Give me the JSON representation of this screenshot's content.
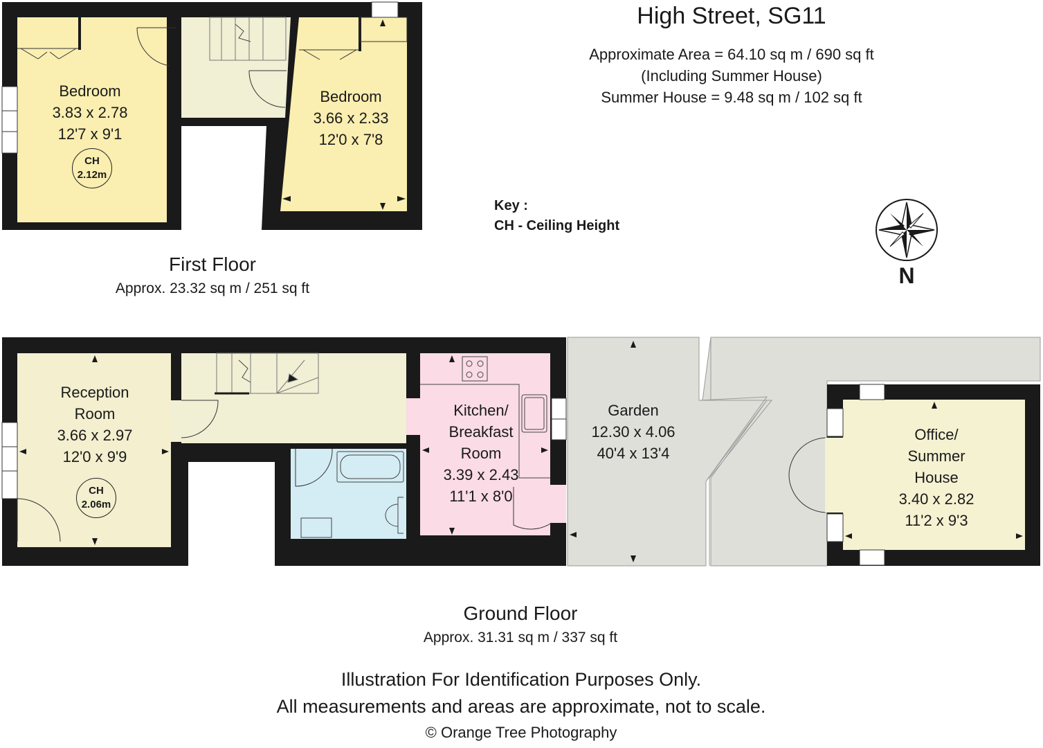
{
  "header": {
    "title": "High Street, SG11",
    "area_line": "Approximate Area =  64.10 sq m / 690 sq ft",
    "including_line": "(Including Summer House)",
    "summer_house_line": "Summer House =  9.48 sq m / 102 sq ft"
  },
  "key": {
    "heading": "Key :",
    "item": "CH - Ceiling Height"
  },
  "compass": {
    "label": "N"
  },
  "first_floor": {
    "title": "First Floor",
    "area": "Approx. 23.32 sq m / 251 sq ft",
    "bedroom1": {
      "name": "Bedroom",
      "metric": "3.83 x 2.78",
      "imperial": "12'7 x 9'1",
      "ch_label": "CH",
      "ch_value": "2.12m"
    },
    "bedroom2": {
      "name": "Bedroom",
      "metric": "3.66 x 2.33",
      "imperial": "12'0 x 7'8"
    }
  },
  "ground_floor": {
    "title": "Ground Floor",
    "area": "Approx. 31.31 sq m / 337 sq ft",
    "reception": {
      "line1": "Reception",
      "line2": "Room",
      "metric": "3.66 x 2.97",
      "imperial": "12'0 x 9'9",
      "ch_label": "CH",
      "ch_value": "2.06m"
    },
    "kitchen": {
      "line1": "Kitchen/",
      "line2": "Breakfast",
      "line3": "Room",
      "metric": "3.39 x 2.43",
      "imperial": "11'1 x 8'0"
    },
    "garden": {
      "name": "Garden",
      "metric": "12.30 x 4.06",
      "imperial": "40'4 x 13'4"
    },
    "office": {
      "line1": "Office/",
      "line2": "Summer",
      "line3": "House",
      "metric": "3.40 x 2.82",
      "imperial": "11'2 x 9'3"
    }
  },
  "footer": {
    "line1": "Illustration For Identification Purposes Only.",
    "line2": "All measurements and areas are approximate, not to scale.",
    "credit": "© Orange Tree Photography"
  },
  "colors": {
    "wall": "#1a1a1a",
    "bedroom": "#faeeb0",
    "hall": "#f1efd4",
    "reception": "#f3efcf",
    "kitchen": "#fadbe6",
    "bathroom": "#d4ecf3",
    "garden": "#dedfd8",
    "office": "#f5f2d2"
  }
}
